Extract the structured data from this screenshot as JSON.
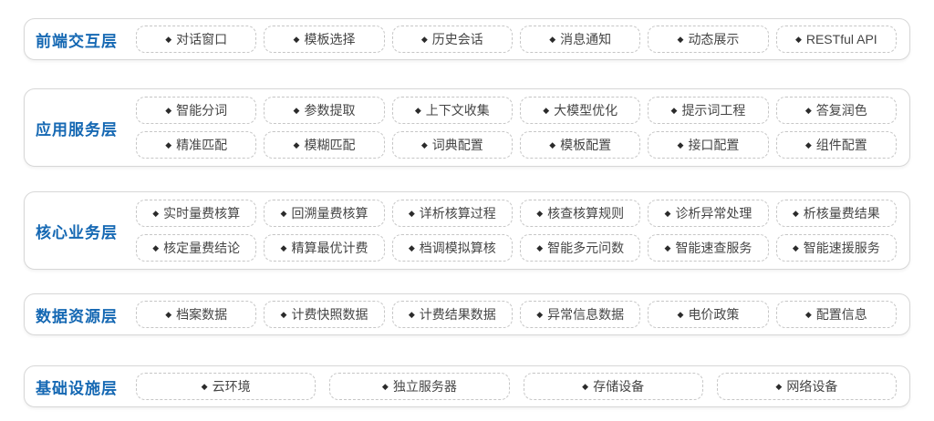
{
  "bullet": "◆",
  "colors": {
    "layer_label_blue": "#1568b3",
    "container_border": "#d7d7d7",
    "chip_border": "#c6c6c6",
    "chip_text": "#454545",
    "background": "#ffffff"
  },
  "layers": [
    {
      "label": "前端交互层",
      "rows": [
        [
          "对话窗口",
          "模板选择",
          "历史会话",
          "消息通知",
          "动态展示",
          "RESTful API"
        ]
      ]
    },
    {
      "label": "应用服务层",
      "rows": [
        [
          "智能分词",
          "参数提取",
          "上下文收集",
          "大模型优化",
          "提示词工程",
          "答复润色"
        ],
        [
          "精准匹配",
          "模糊匹配",
          "词典配置",
          "模板配置",
          "接口配置",
          "组件配置"
        ]
      ]
    },
    {
      "label": "核心业务层",
      "rows": [
        [
          "实时量费核算",
          "回溯量费核算",
          "详析核算过程",
          "核查核算规则",
          "诊析异常处理",
          "析核量费结果"
        ],
        [
          "核定量费结论",
          "精算最优计费",
          "档调模拟算核",
          "智能多元问数",
          "智能速查服务",
          "智能速援服务"
        ]
      ]
    },
    {
      "label": "数据资源层",
      "rows": [
        [
          "档案数据",
          "计费快照数据",
          "计费结果数据",
          "异常信息数据",
          "电价政策",
          "配置信息"
        ]
      ]
    },
    {
      "label": "基础设施层",
      "rows": [
        [
          "云环境",
          "独立服务器",
          "存储设备",
          "网络设备"
        ]
      ]
    }
  ]
}
